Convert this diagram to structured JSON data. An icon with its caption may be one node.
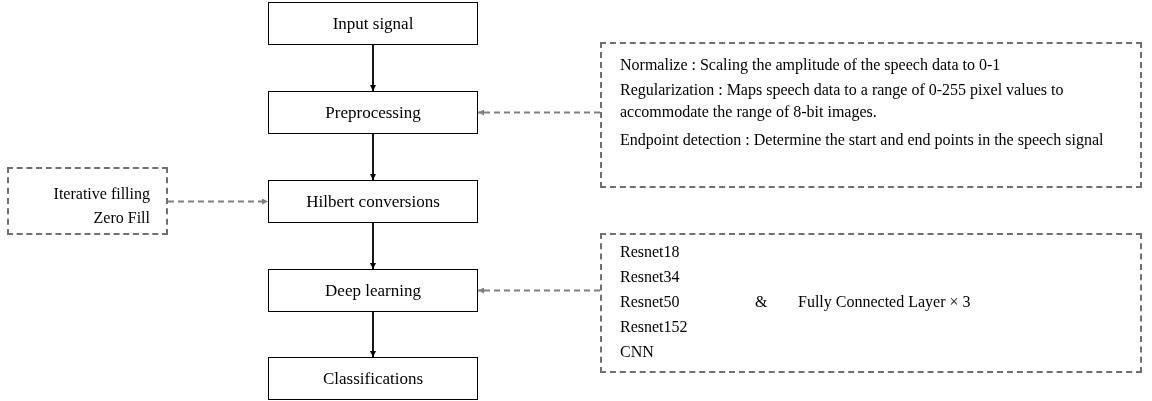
{
  "diagram": {
    "nodes": [
      {
        "text": [
          "Input signal"
        ]
      },
      {
        "text": [
          "Preprocessing"
        ]
      },
      {
        "text": [
          "Hilbert conversions"
        ]
      },
      {
        "text": [
          "Deep learning"
        ]
      },
      {
        "text": [
          "Classifications"
        ]
      },
      {
        "text": [
          "Iterative filling",
          "Zero Fill"
        ]
      },
      {
        "text": [
          "Normalize : Scaling the amplitude of the speech data to 0-1",
          "Regularization : Maps speech data to a range of 0-255 pixel values to accommodate the range of 8-bit images.",
          "Endpoint detection : Determine the start and end points in the speech signal"
        ]
      },
      {
        "text": [
          "Resnet18",
          "Resnet34",
          "Resnet50",
          "Resnet152",
          "CNN",
          "&",
          "Fully Connected Layer × 3"
        ]
      }
    ],
    "edges": [
      {
        "from": 0,
        "to": 1,
        "arrow": "to"
      },
      {
        "from": 1,
        "to": 2,
        "arrow": "to"
      },
      {
        "from": 6,
        "to": 1,
        "arrow": "to",
        "style": "dashed",
        "color": "#808080"
      },
      {
        "from": 5,
        "to": 2,
        "arrow": "to",
        "style": "dashed",
        "color": "#808080"
      },
      {
        "from": 2,
        "to": 3,
        "arrow": "to"
      },
      {
        "from": 7,
        "to": 3,
        "arrow": "to",
        "style": "dashed",
        "color": "#808080"
      },
      {
        "from": 3,
        "to": 4,
        "arrow": "to"
      }
    ]
  }
}
